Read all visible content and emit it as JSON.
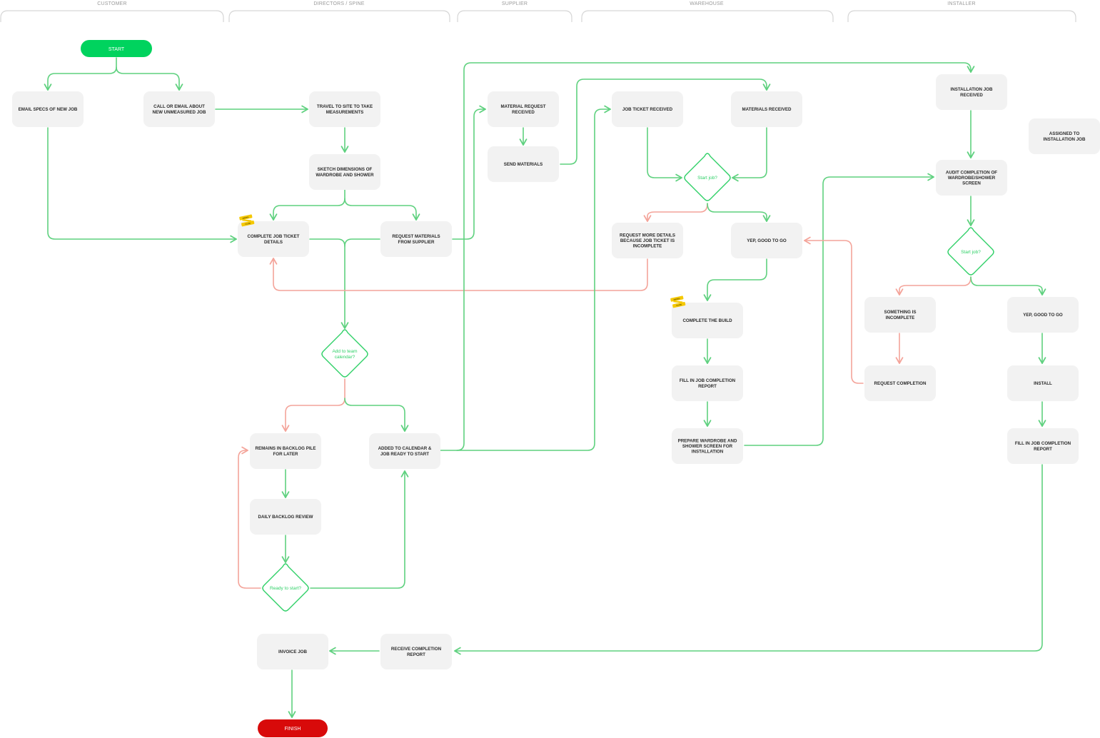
{
  "title": "Job workflow swimlane diagram",
  "colors": {
    "start": "#00d35e",
    "finish": "#d80a0a",
    "node_fill": "#f2f2f2",
    "yes_edge": "#5fd17f",
    "no_edge": "#f4a49a",
    "decision": "#2fd067",
    "sticker": "#f5c800"
  },
  "lanes": [
    {
      "id": "customer",
      "label": "CUSTOMER"
    },
    {
      "id": "directors",
      "label": "DIRECTORS / SPINE"
    },
    {
      "id": "supplier",
      "label": "SUPPLIER"
    },
    {
      "id": "warehouse",
      "label": "WAREHOUSE"
    },
    {
      "id": "installer",
      "label": "INSTALLER"
    }
  ],
  "terminals": {
    "start": "START",
    "finish": "FINISH"
  },
  "nodes": {
    "email_specs": [
      "EMAIL SPECS OF NEW JOB"
    ],
    "call_email": [
      "CALL OR EMAIL ABOUT",
      "NEW UNMEASURED JOB"
    ],
    "travel_site": [
      "TRAVEL TO SITE TO TAKE",
      "MEASUREMENTS"
    ],
    "sketch": [
      "SKETCH DIMENSIONS OF",
      "WARDROBE AND SHOWER"
    ],
    "complete_ticket": [
      "COMPLETE JOB TICKET",
      "DETAILS"
    ],
    "request_materials": [
      "REQUEST MATERIALS",
      "FROM SUPPLIER"
    ],
    "backlog": [
      "REMAINS IN BACKLOG PILE",
      "FOR LATER"
    ],
    "added_calendar": [
      "ADDED TO CALENDAR &",
      "JOB READY TO START"
    ],
    "daily_review": [
      "DAILY BACKLOG REVIEW"
    ],
    "invoice": [
      "INVOICE JOB"
    ],
    "receive_report": [
      "RECEIVE COMPLETION",
      "REPORT"
    ],
    "material_request": [
      "MATERIAL REQUEST",
      "RECEIVED"
    ],
    "send_materials": [
      "SEND MATERIALS"
    ],
    "ticket_received": [
      "JOB TICKET RECEIVED"
    ],
    "materials_received": [
      "MATERIALS RECEIVED"
    ],
    "request_more": [
      "REQUEST MORE DETAILS",
      "BECAUSE JOB TICKET IS",
      "INCOMPLETE"
    ],
    "wh_good": [
      "YEP, GOOD TO GO"
    ],
    "complete_build": [
      "COMPLETE THE BUILD"
    ],
    "wh_fill_report": [
      "FILL IN JOB COMPLETION",
      "REPORT"
    ],
    "prepare": [
      "PREPARE WARDROBE AND",
      "SHOWER SCREEN FOR",
      "INSTALLATION"
    ],
    "install_received": [
      "INSTALLATION JOB",
      "RECEIVED"
    ],
    "assigned": [
      "ASSIGNED TO",
      "INSTALLATION JOB"
    ],
    "audit": [
      "AUDIT COMPLETION OF",
      "WARDROBE/SHOWER",
      "SCREEN"
    ],
    "incomplete": [
      "SOMETHING IS",
      "INCOMPLETE"
    ],
    "in_good": [
      "YEP, GOOD TO GO"
    ],
    "request_completion": [
      "REQUEST COMPLETION"
    ],
    "install": [
      "INSTALL"
    ],
    "in_fill_report": [
      "FILL IN JOB COMPLETION",
      "REPORT"
    ]
  },
  "decisions": {
    "add_calendar": [
      "Add to team",
      "calendar?"
    ],
    "ready_start": [
      "Ready to start?"
    ],
    "wh_start": [
      "Start job?"
    ],
    "in_start": [
      "Start job?"
    ]
  },
  "stickers": {
    "label_top": "MICRO-",
    "label_bottom": "FLOW"
  }
}
